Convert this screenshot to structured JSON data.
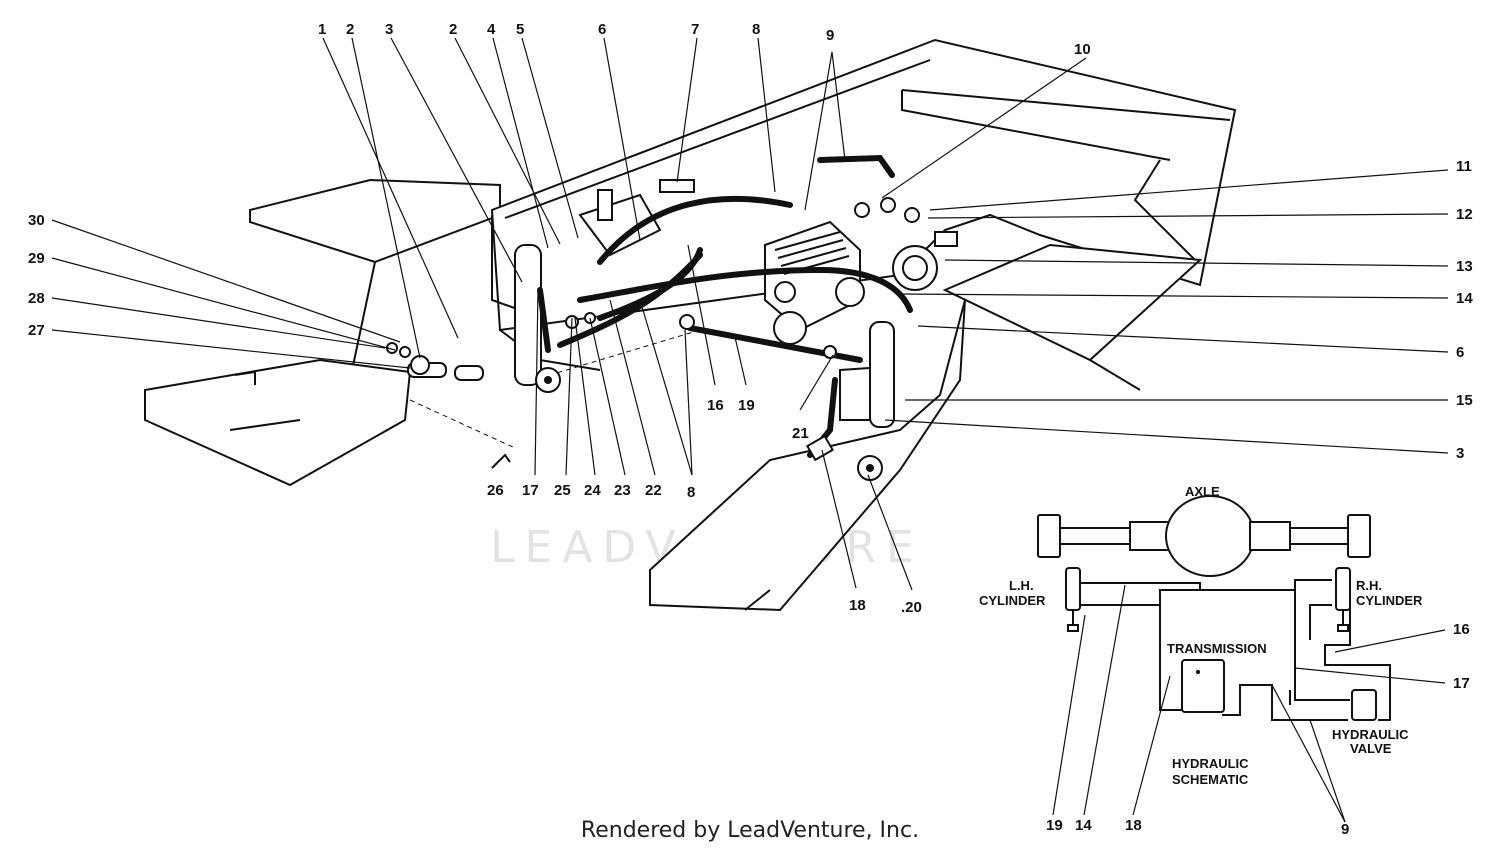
{
  "footer": "Rendered by LeadVenture, Inc.",
  "watermark": "LEADVENTURE",
  "callouts": {
    "c1": "1",
    "c2a": "2",
    "c3a": "3",
    "c2b": "2",
    "c4": "4",
    "c5": "5",
    "c6a": "6",
    "c7": "7",
    "c8a": "8",
    "c9a": "9",
    "c10": "10",
    "c11": "11",
    "c12": "12",
    "c13": "13",
    "c14": "14",
    "c6b": "6",
    "c15": "15",
    "c3b": "3",
    "c30": "30",
    "c29": "29",
    "c28": "28",
    "c27": "27",
    "c26": "26",
    "c17": "17",
    "c25": "25",
    "c24": "24",
    "c23": "23",
    "c22": "22",
    "c8b": "8",
    "c16": "16",
    "c19": "19",
    "c21": "21",
    "c18": "18",
    "c20": ".20"
  },
  "schematic": {
    "axle": "AXLE",
    "lh_cylinder_1": "L.H.",
    "lh_cylinder_2": "CYLINDER",
    "rh_cylinder_1": "R.H.",
    "rh_cylinder_2": "CYLINDER",
    "transmission": "TRANSMISSION",
    "hydraulic_valve_1": "HYDRAULIC",
    "hydraulic_valve_2": "VALVE",
    "title_1": "HYDRAULIC",
    "title_2": "SCHEMATIC",
    "callouts": {
      "s16": "16",
      "s17": "17",
      "s19": "19",
      "s14": "14",
      "s18": "18",
      "s9": "9"
    }
  }
}
